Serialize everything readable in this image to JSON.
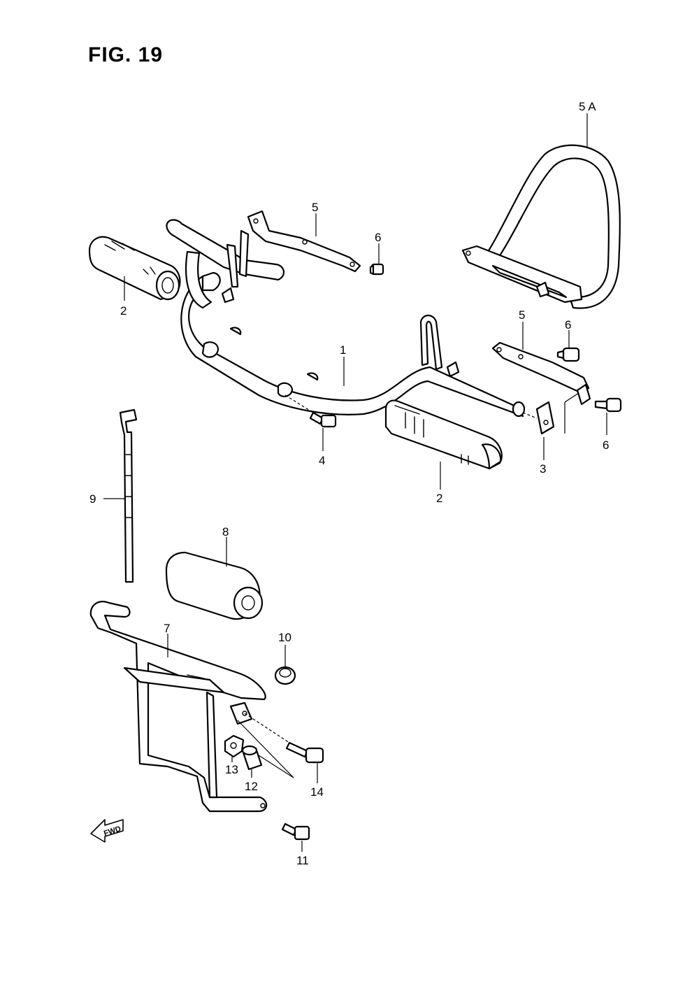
{
  "figure": {
    "title": "FIG. 19"
  },
  "callouts": [
    {
      "id": "c1",
      "label": "1"
    },
    {
      "id": "c2a",
      "label": "2"
    },
    {
      "id": "c2b",
      "label": "2"
    },
    {
      "id": "c3",
      "label": "3"
    },
    {
      "id": "c4",
      "label": "4"
    },
    {
      "id": "c5a",
      "label": "5"
    },
    {
      "id": "c5b",
      "label": "5"
    },
    {
      "id": "c5A",
      "label": "5 A"
    },
    {
      "id": "c6a",
      "label": "6"
    },
    {
      "id": "c6b",
      "label": "6"
    },
    {
      "id": "c6c",
      "label": "6"
    },
    {
      "id": "c7",
      "label": "7"
    },
    {
      "id": "c8",
      "label": "8"
    },
    {
      "id": "c9",
      "label": "9"
    },
    {
      "id": "c10",
      "label": "10"
    },
    {
      "id": "c11",
      "label": "11"
    },
    {
      "id": "c12",
      "label": "12"
    },
    {
      "id": "c13",
      "label": "13"
    },
    {
      "id": "c14",
      "label": "14"
    }
  ],
  "fwd_indicator": {
    "label": "FWD",
    "icon": "forward-arrow-icon"
  }
}
